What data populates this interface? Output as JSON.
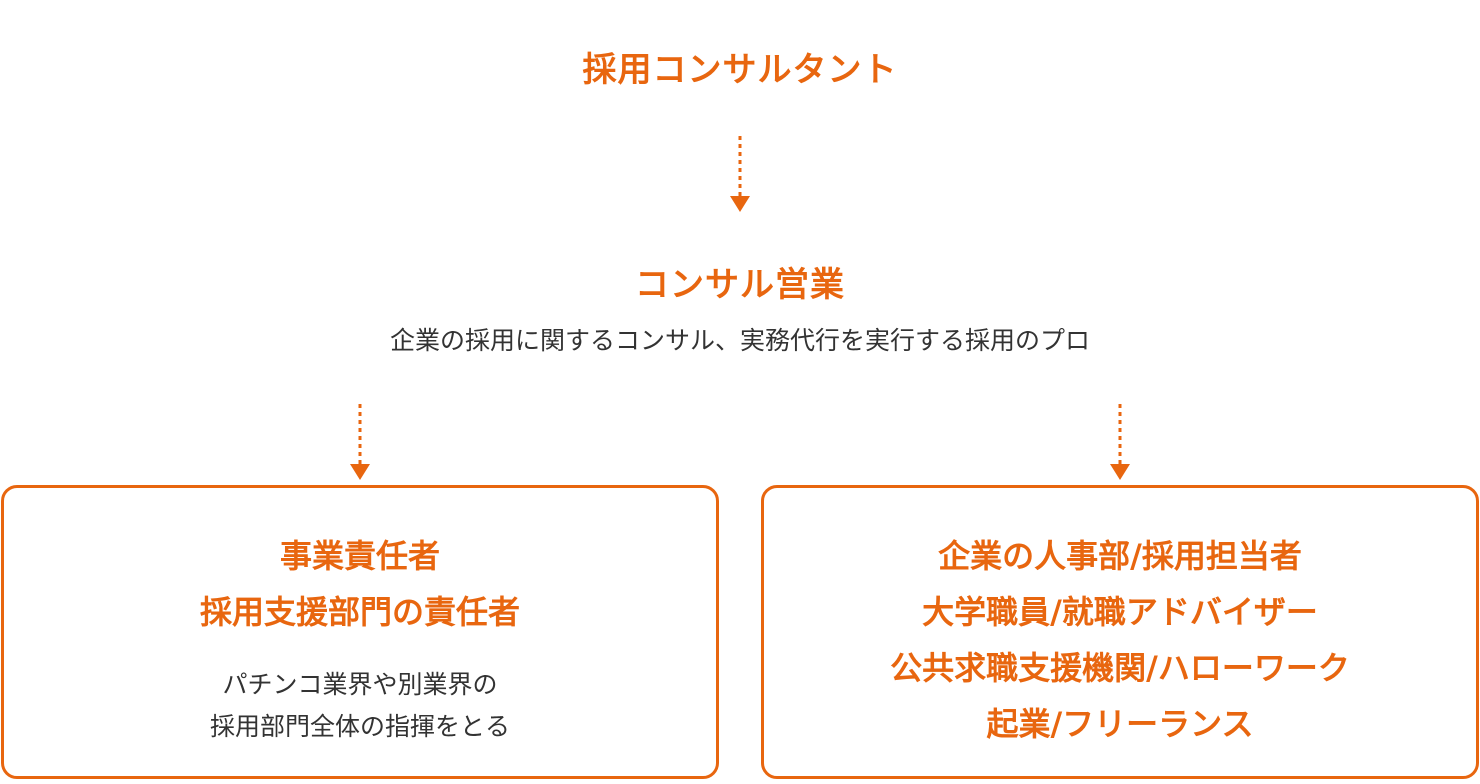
{
  "top": {
    "title": "採用コンサルタント"
  },
  "middle": {
    "title": "コンサル営業",
    "description": "企業の採用に関するコンサル、実務代行を実行する採用のプロ"
  },
  "left_box": {
    "title_lines": [
      "事業責任者",
      "採用支援部門の責任者"
    ],
    "description_lines": [
      "パチンコ業界や別業界の",
      "採用部門全体の指揮をとる"
    ]
  },
  "right_box": {
    "title_lines": [
      "企業の人事部/採用担当者",
      "大学職員/就職アドバイザー",
      "公共求職支援機関/ハローワーク",
      "起業/フリーランス"
    ]
  },
  "colors": {
    "accent": "#e8660f",
    "text": "#333333",
    "background": "#ffffff"
  }
}
